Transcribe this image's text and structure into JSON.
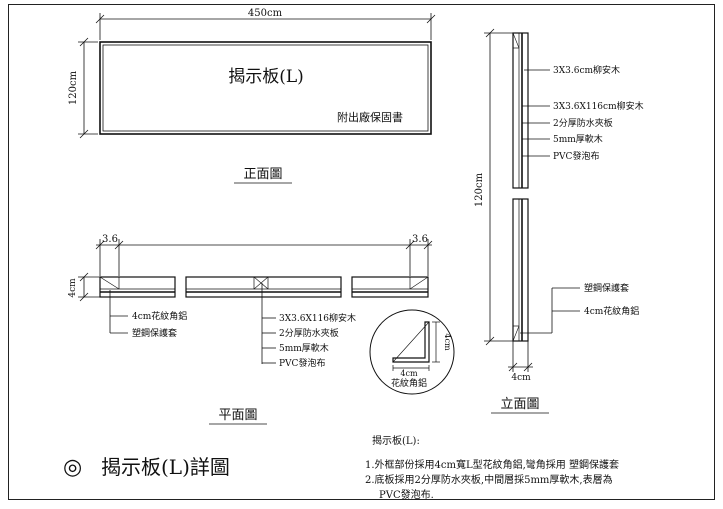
{
  "front": {
    "width_dim": "450cm",
    "height_dim": "120cm",
    "board_title": "揭示板(L)",
    "board_note": "附出廠保固書",
    "view_label": "正面圖"
  },
  "plan": {
    "left_dim": "3.6",
    "right_dim": "3.6",
    "depth_dim": "4cm",
    "corner_callouts": [
      "4cm花紋角鋁",
      "塑鋼保護套"
    ],
    "layer_callouts": [
      "3X3.6X116柳安木",
      "2分厚防水夾板",
      "5mm厚軟木",
      "PVC發泡布"
    ],
    "view_label": "平面圖"
  },
  "angle_detail": {
    "side_dim": "4cm",
    "bottom_dim": "4cm",
    "label": "花紋角鋁"
  },
  "elevation": {
    "height_dim": "120cm",
    "depth_dim": "4cm",
    "top_callouts": [
      "3X3.6cm柳安木",
      "3X3.6X116cm柳安木",
      "2分厚防水夾板",
      "5mm厚軟木",
      "PVC發泡布"
    ],
    "bottom_callouts": [
      "塑鋼保護套",
      "4cm花紋角鋁"
    ],
    "view_label": "立面圖"
  },
  "title_block": {
    "symbol": "◎",
    "title": "揭示板(L)詳圖"
  },
  "notes": {
    "heading": "揭示板(L):",
    "lines": [
      "1.外框部份採用4cm寬L型花紋角鋁,彎角採用 塑鋼保護套",
      "2.底板採用2分厚防水夾板,中間層採5mm厚軟木,表層為",
      "PVC發泡布."
    ]
  }
}
